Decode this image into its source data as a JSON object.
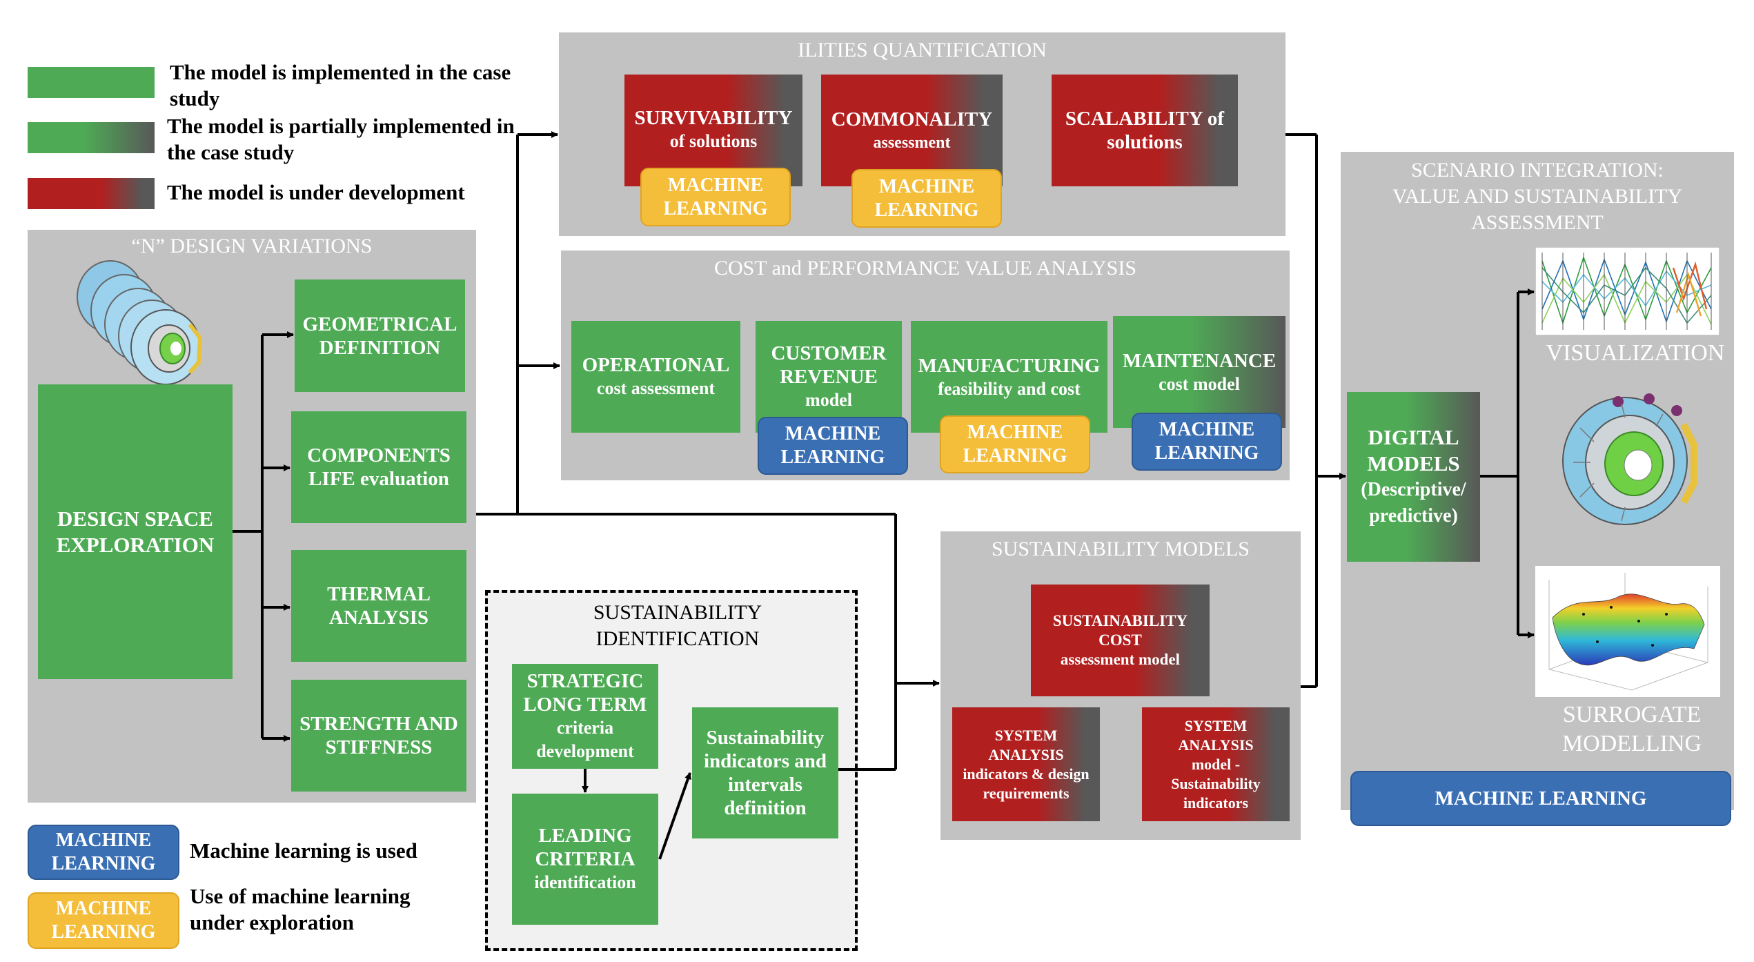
{
  "legend": {
    "implemented": "The model is implemented  in the case study",
    "partial": "The model is partially implemented  in the case study",
    "under_dev": "The model is under development",
    "ml_used_badge": "MACHINE LEARNING",
    "ml_used": "Machine learning is used",
    "ml_explore_badge": "MACHINE LEARNING",
    "ml_explore": "Use of machine learning under exploration"
  },
  "design_variations": {
    "title": "“N” DESIGN VARIATIONS",
    "main": "DESIGN SPACE EXPLORATION",
    "items": [
      "GEOMETRICAL DEFINITION",
      "COMPONENTS LIFE evaluation",
      "THERMAL ANALYSIS",
      "STRENGTH AND STIFFNESS"
    ]
  },
  "ilities": {
    "title": "ILITIES QUANTIFICATION",
    "survivability": {
      "main": "SURVIVABILITY",
      "sub": "of solutions"
    },
    "commonality": {
      "main": "COMMONALITY",
      "sub": "assessment"
    },
    "scalability": {
      "main": "SCALABILITY  of",
      "sub": "solutions"
    },
    "ml1": "MACHINE LEARNING",
    "ml2": "MACHINE LEARNING"
  },
  "cost_perf": {
    "title": "COST and PERFORMANCE VALUE ANALYSIS",
    "operational": {
      "main": "OPERATIONAL",
      "sub": "cost assessment"
    },
    "customer": {
      "main": "CUSTOMER REVENUE",
      "sub": "model"
    },
    "manufacturing": {
      "main": "MANUFACTURING",
      "sub": "feasibility and cost"
    },
    "maintenance": {
      "main": "MAINTENANCE",
      "sub": "cost model"
    },
    "ml_customer": "MACHINE LEARNING",
    "ml_manufacturing": "MACHINE LEARNING",
    "ml_maintenance": "MACHINE LEARNING"
  },
  "sust_ident": {
    "title": "SUSTAINABILITY IDENTIFICATION",
    "strategic": {
      "main": "STRATEGIC LONG TERM",
      "sub": "criteria development"
    },
    "leading": {
      "main": "LEADING CRITERIA",
      "sub": "identification"
    },
    "indicators": "Sustainability indicators and intervals definition"
  },
  "sust_models": {
    "title": "SUSTAINABILITY MODELS",
    "cost": {
      "main": "SUSTAINABILITY COST",
      "sub": "assessment model"
    },
    "sys1": {
      "main": "SYSTEM ANALYSIS",
      "sub": "indicators & design requirements"
    },
    "sys2": {
      "main": "SYSTEM ANALYSIS",
      "sub": "model - Sustainability indicators"
    }
  },
  "scenario": {
    "title": "SCENARIO INTEGRATION: VALUE AND SUSTAINABILITY ASSESSMENT",
    "digital": {
      "main": "DIGITAL MODELS",
      "sub": "(Descriptive/ predictive)"
    },
    "visualization": "VISUALIZATION",
    "surrogate": "SURROGATE MODELLING",
    "ml": "MACHINE LEARNING"
  },
  "colors": {
    "green": "#4eaa55",
    "red": "#b21f1f",
    "dark_grey": "#585858",
    "panel_grey": "#c2c2c2",
    "ml_blue": "#3a6fb3",
    "ml_yellow": "#f4bd3a"
  },
  "icons": [
    "turbine-stack-icon",
    "parallel-coordinates-plot-icon",
    "turbine-3d-icon",
    "surface-plot-icon"
  ]
}
